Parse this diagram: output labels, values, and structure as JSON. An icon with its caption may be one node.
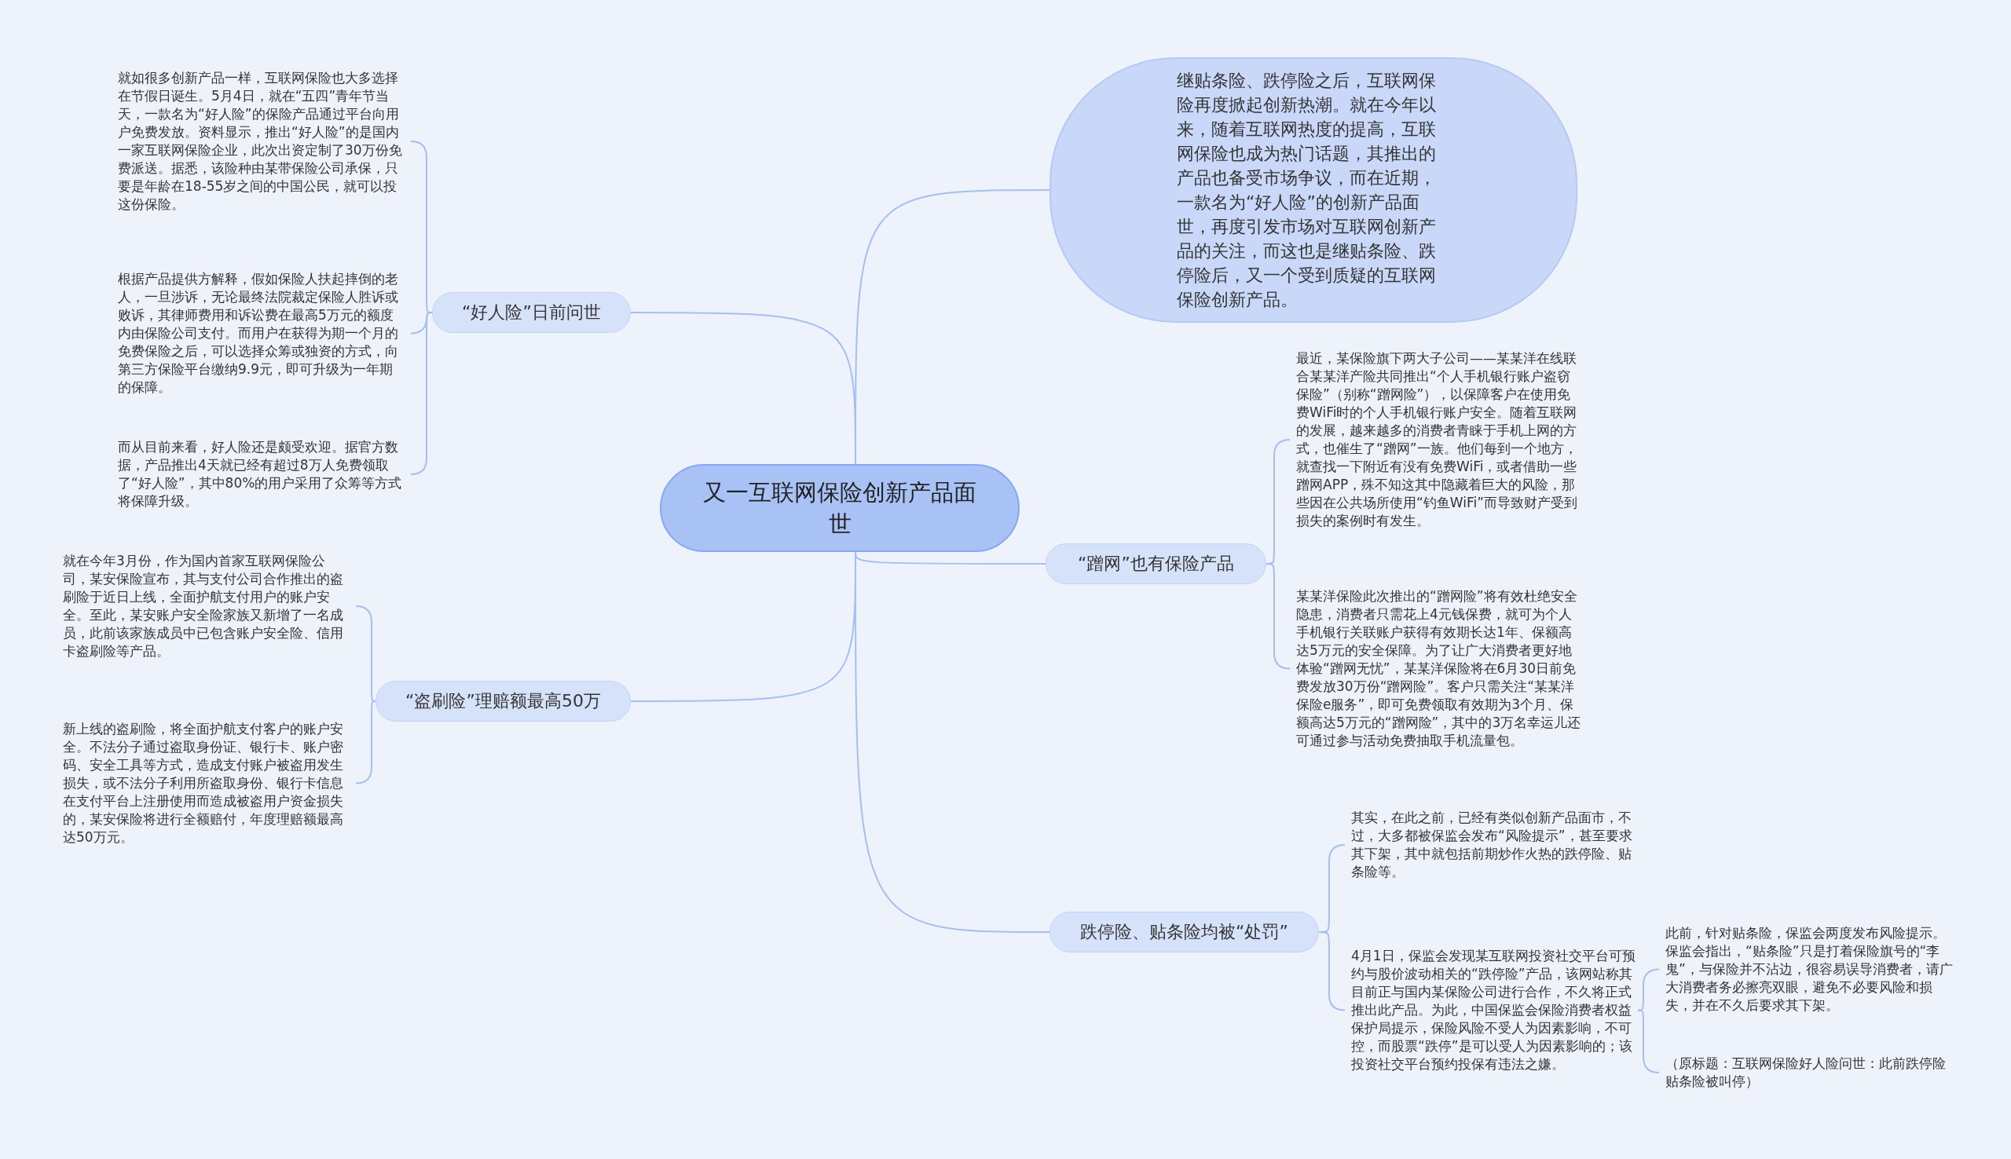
{
  "diagram": {
    "nodes": [
      {
        "text": [
          "又一互联网保险创新产品面世"
        ]
      },
      {
        "text": [
          "继贴条险、跌停险之后，互联网保险再度掀起创新热潮。就在今年以来，随着互联网热度的提高，互联网保险也成为热门话题，其推出的产品也备受市场争议，而在近期，一款名为“好人险”的创新产品面世，再度引发市场对互联网创新产品的关注，而这也是继贴条险、跌停险后，又一个受到质疑的互联网保险创新产品。"
        ]
      },
      {
        "text": [
          "“好人险”日前问世"
        ]
      },
      {
        "text": [
          "就如很多创新产品一样，互联网保险也大多选择在节假日诞生。5月4日，就在“五四”青年节当天，一款名为“好人险”的保险产品通过平台向用户免费发放。资料显示，推出“好人险”的是国内一家互联网保险企业，此次出资定制了30万份免费派送。据悉，该险种由某带保险公司承保，只要是年龄在18-55岁之间的中国公民，就可以投这份保险。"
        ]
      },
      {
        "text": [
          "根据产品提供方解释，假如保险人扶起摔倒的老人，一旦涉诉，无论最终法院裁定保险人胜诉或败诉，其律师费用和诉讼费在最高5万元的额度内由保险公司支付。而用户在获得为期一个月的免费保险之后，可以选择众筹或独资的方式，向第三方保险平台缴纳9.9元，即可升级为一年期的保障。"
        ]
      },
      {
        "text": [
          "而从目前来看，好人险还是颇受欢迎。据官方数据，产品推出4天就已经有超过8万人免费领取了“好人险”，其中80%的用户采用了众筹等方式将保障升级。"
        ]
      },
      {
        "text": [
          "“蹭网”也有保险产品"
        ]
      },
      {
        "text": [
          "最近，某保险旗下两大子公司——某某洋在线联合某某洋产险共同推出“个人手机银行账户盗窃保险”（别称“蹭网险”），以保障客户在使用免费WiFi时的个人手机银行账户安全。随着互联网的发展，越来越多的消费者青睐于手机上网的方式，也催生了“蹭网”一族。他们每到一个地方，就查找一下附近有没有免费WiFi，或者借助一些蹭网APP，殊不知这其中隐藏着巨大的风险，那些因在公共场所使用“钓鱼WiFi”而导致财产受到损失的案例时有发生。"
        ]
      },
      {
        "text": [
          "某某洋保险此次推出的“蹭网险”将有效杜绝安全隐患，消费者只需花上4元钱保费，就可为个人手机银行关联账户获得有效期长达1年、保额高达5万元的安全保障。为了让广大消费者更好地体验“蹭网无忧”，某某洋保险将在6月30日前免费发放30万份“蹭网险”。客户只需关注“某某洋保险e服务”，即可免费领取有效期为3个月、保额高达5万元的“蹭网险”，其中的3万名幸运儿还可通过参与活动免费抽取手机流量包。"
        ]
      },
      {
        "text": [
          "“盗刷险”理赔额最高50万"
        ]
      },
      {
        "text": [
          "就在今年3月份，作为国内首家互联网保险公司，某安保险宣布，其与支付公司合作推出的盗刷险于近日上线，全面护航支付用户的账户安全。至此，某安账户安全险家族又新增了一名成员，此前该家族成员中已包含账户安全险、信用卡盗刷险等产品。"
        ]
      },
      {
        "text": [
          "新上线的盗刷险，将全面护航支付客户的账户安全。不法分子通过盗取身份证、银行卡、账户密码、安全工具等方式，造成支付账户被盗用发生损失，或不法分子利用所盗取身份、银行卡信息在支付平台上注册使用而造成被盗用户资金损失的，某安保险将进行全额赔付，年度理赔额最高达50万元。"
        ]
      },
      {
        "text": [
          "跌停险、贴条险均被“处罚”"
        ]
      },
      {
        "text": [
          "其实，在此之前，已经有类似创新产品面市，不过，大多都被保监会发布“风险提示”，甚至要求其下架，其中就包括前期炒作火热的跌停险、贴条险等。"
        ]
      },
      {
        "text": [
          "4月1日，保监会发现某互联网投资社交平台可预约与股价波动相关的“跌停险”产品，该网站称其目前正与国内某保险公司进行合作，不久将正式推出此产品。为此，中国保监会保险消费者权益保护局提示，保险风险不受人为因素影响，不可控，而股票“跌停”是可以受人为因素影响的；该投资社交平台预约投保有违法之嫌。"
        ]
      },
      {
        "text": [
          "此前，针对贴条险，保监会两度发布风险提示。保监会指出，“贴条险”只是打着保险旗号的“李鬼”，与保险并不沾边，很容易误导消费者，请广大消费者务必擦亮双眼，避免不必要风险和损失，并在不久后要求其下架。"
        ]
      },
      {
        "text": [
          "（原标题：互联网保险好人险问世：此前跌停险贴条险被叫停）"
        ]
      }
    ],
    "edges": [
      {
        "from": 0,
        "to": 1,
        "arrow": "none"
      },
      {
        "from": 0,
        "to": 2,
        "arrow": "none"
      },
      {
        "from": 2,
        "to": 3,
        "arrow": "none"
      },
      {
        "from": 2,
        "to": 4,
        "arrow": "none"
      },
      {
        "from": 2,
        "to": 5,
        "arrow": "none"
      },
      {
        "from": 0,
        "to": 6,
        "arrow": "none"
      },
      {
        "from": 6,
        "to": 7,
        "arrow": "none"
      },
      {
        "from": 6,
        "to": 8,
        "arrow": "none"
      },
      {
        "from": 0,
        "to": 9,
        "arrow": "none"
      },
      {
        "from": 9,
        "to": 10,
        "arrow": "none"
      },
      {
        "from": 9,
        "to": 11,
        "arrow": "none"
      },
      {
        "from": 0,
        "to": 12,
        "arrow": "none"
      },
      {
        "from": 12,
        "to": 13,
        "arrow": "none"
      },
      {
        "from": 12,
        "to": 14,
        "arrow": "none"
      },
      {
        "from": 14,
        "to": 15,
        "arrow": "none"
      },
      {
        "from": 14,
        "to": 16,
        "arrow": "none"
      }
    ]
  }
}
